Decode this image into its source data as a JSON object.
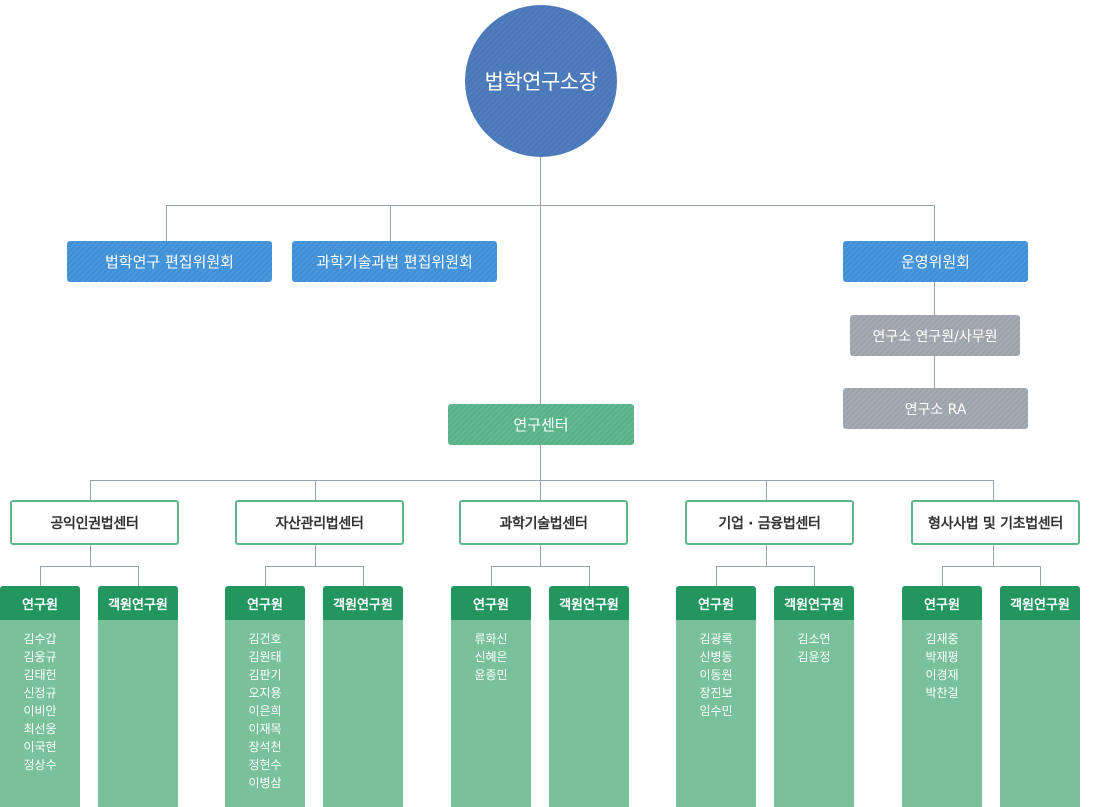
{
  "director": "법학연구소장",
  "committees": {
    "law_journal": "법학연구 편집위원회",
    "tech_law_journal": "과학기술과법 편집위원회",
    "operations": "운영위원회"
  },
  "staff": {
    "researchers_office": "연구소 연구원/사무원",
    "ra": "연구소 RA"
  },
  "research_center": "연구센터",
  "centers": [
    {
      "name": "공익인권법센터",
      "researcher_label": "연구원",
      "visiting_label": "객원연구원",
      "researchers": [
        "김수갑",
        "김웅규",
        "김태헌",
        "신정규",
        "이비안",
        "최선웅",
        "이국현",
        "정상수"
      ],
      "visiting": []
    },
    {
      "name": "자산관리법센터",
      "researcher_label": "연구원",
      "visiting_label": "객원연구원",
      "researchers": [
        "김건호",
        "김원태",
        "김판기",
        "오지용",
        "이은희",
        "이재목",
        "장석천",
        "정현수",
        "이병삼"
      ],
      "visiting": []
    },
    {
      "name": "과학기술법센터",
      "researcher_label": "연구원",
      "visiting_label": "객원연구원",
      "researchers": [
        "류화신",
        "신혜은",
        "윤종민"
      ],
      "visiting": []
    },
    {
      "name": "기업 · 금융법센터",
      "researcher_label": "연구원",
      "visiting_label": "객원연구원",
      "researchers": [
        "김광록",
        "신병동",
        "이동원",
        "장진보",
        "임수민"
      ],
      "visiting": [
        "김소연",
        "김윤정"
      ]
    },
    {
      "name": "형사사법 및 기초법센터",
      "researcher_label": "연구원",
      "visiting_label": "객원연구원",
      "researchers": [
        "김재중",
        "박재평",
        "이경재",
        "박찬걸"
      ],
      "visiting": []
    }
  ]
}
